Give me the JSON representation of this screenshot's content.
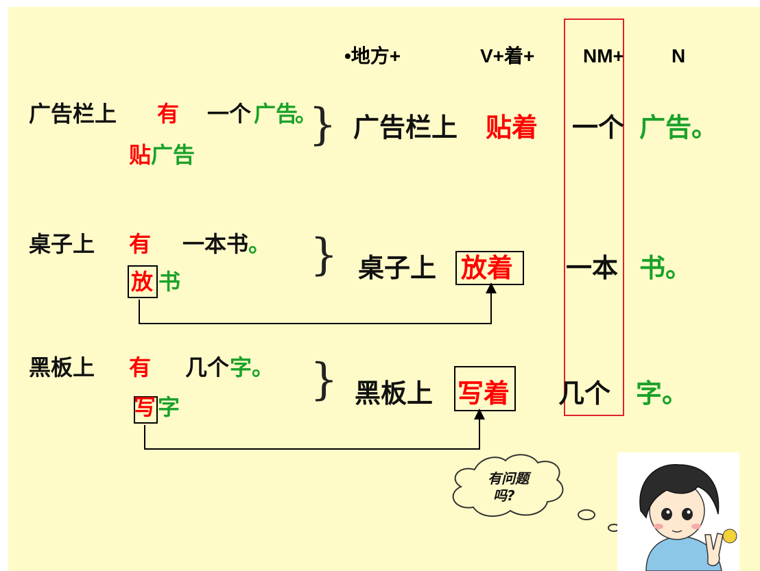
{
  "header": {
    "col1": "•地方+",
    "col2": "V+着+",
    "col3": "NM+",
    "col4": "N"
  },
  "row1": {
    "place": "广告栏上",
    "verb_you": "有",
    "nm": "一个",
    "noun": "广告",
    "period": "。",
    "verb_alt": "贴",
    "noun_alt": "广告",
    "right_place": "广告栏上",
    "right_verb": "贴着",
    "right_nm": "一个",
    "right_noun": "广告。"
  },
  "row2": {
    "place": "桌子上",
    "verb_you": "有",
    "nm": "一本书",
    "period": "。",
    "verb_alt": "放",
    "noun_alt": "书",
    "right_place": "桌子上",
    "right_verb": "放着",
    "right_nm": "一本",
    "right_noun": "书。"
  },
  "row3": {
    "place": "黑板上",
    "verb_you": "有",
    "nm": "几个",
    "noun": "字。",
    "verb_alt": "写",
    "noun_alt": "字",
    "right_place": "黑板上",
    "right_verb": "写着",
    "right_nm": "几个",
    "right_noun": "字。"
  },
  "bubble": {
    "line1": "有问题",
    "line2": "吗?"
  },
  "colors": {
    "background": "#fffbc8",
    "verb": "#ff0000",
    "noun": "#1aa12a",
    "highlight_box": "#e0202c"
  }
}
